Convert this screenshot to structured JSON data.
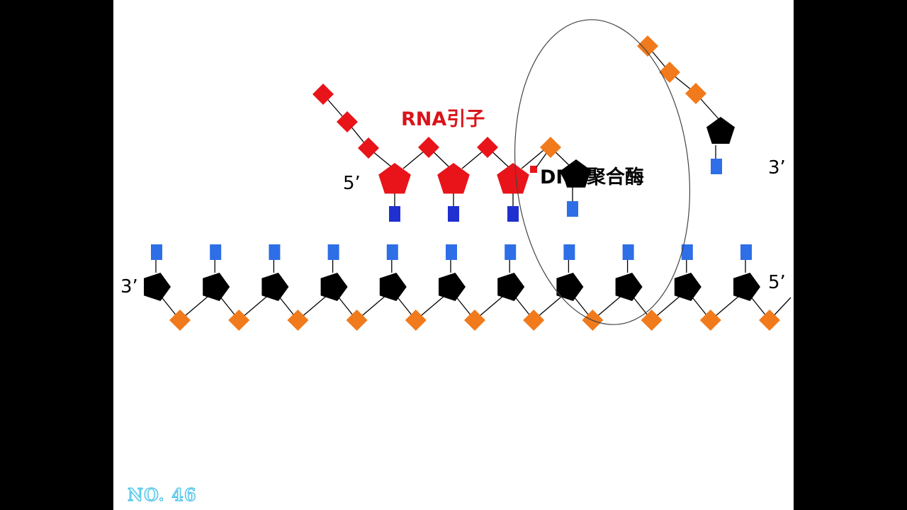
{
  "labels": {
    "primer": "RNA引子",
    "enzyme": "DNA聚合酶",
    "top_left_end": "5’",
    "top_right_end": "3’",
    "bottom_left_end": "3’",
    "bottom_right_end": "5’"
  },
  "footer": {
    "page_number": "NO. 46"
  },
  "colors": {
    "background": "#ffffff",
    "frame": "#000000",
    "rna_primer": "#e8141a",
    "phosphate": "#f07a1c",
    "deoxyribose": "#000000",
    "base": "#2e6ee6",
    "enzyme_outline": "#555555"
  },
  "structure": {
    "template_strand_nucleotides": 11,
    "rna_primer_nucleotides": 3,
    "new_dna_nucleotides": 1,
    "incoming_nucleotides": 1
  }
}
